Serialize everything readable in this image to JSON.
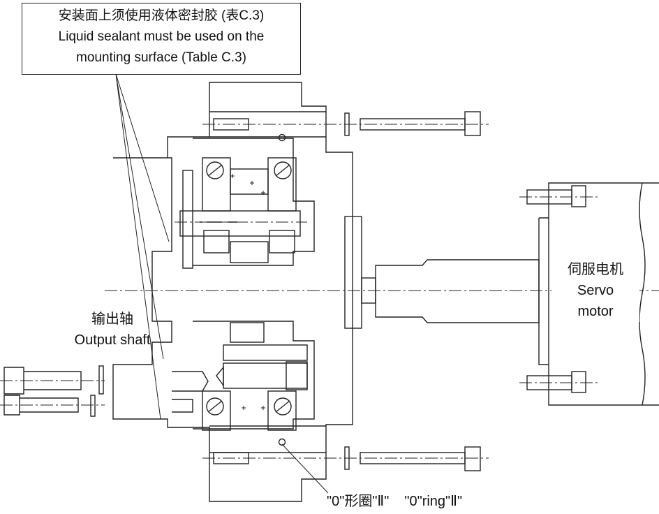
{
  "callout": {
    "sealant_cn": "安装面上须使用液体密封胶 (表C.3)",
    "sealant_en_1": "Liquid sealant must be used on the",
    "sealant_en_2": "mounting surface (Table C.3)"
  },
  "labels": {
    "output_cn": "输出轴",
    "output_en": "Output shaft",
    "motor_cn": "伺服电机",
    "motor_en_1": "Servo",
    "motor_en_2": "motor",
    "oring_cn": "\"0\"形圈\"Ⅱ\"",
    "oring_en": "\"0\"ring\"Ⅱ\""
  },
  "colors": {
    "line": "#222222",
    "background": "#ffffff"
  }
}
